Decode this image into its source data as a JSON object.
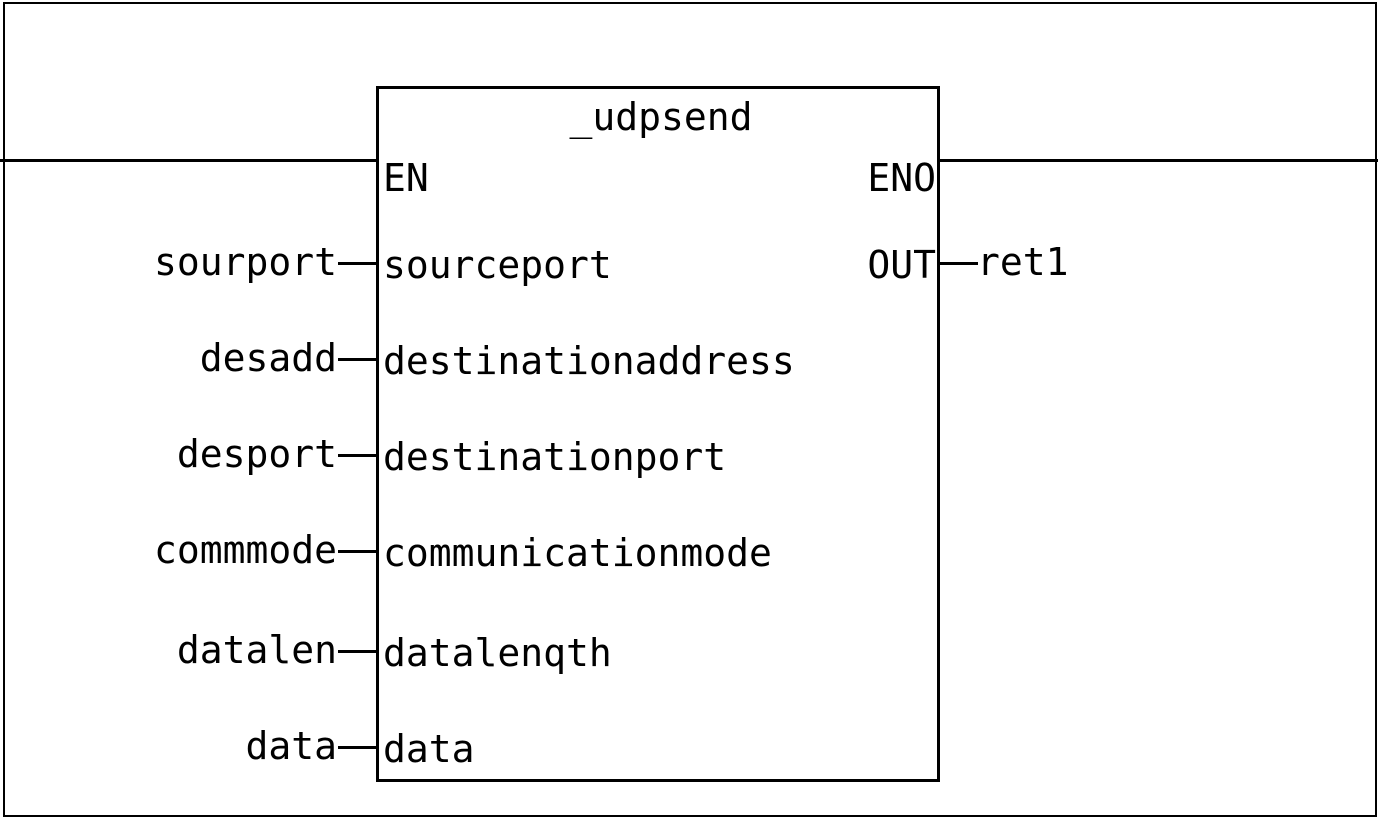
{
  "diagram": {
    "kind": "iec-61131-3-function-block-diagram",
    "block": {
      "name": "_udpsend",
      "enable_input": "EN",
      "enable_output": "ENO",
      "inputs": [
        {
          "pin": "sourceport",
          "variable": "sourport"
        },
        {
          "pin": "destinationaddress",
          "variable": "desadd"
        },
        {
          "pin": "destinationport",
          "variable": "desport"
        },
        {
          "pin": "communicationmode",
          "variable": "commmode"
        },
        {
          "pin": "datalenqth",
          "variable": "datalen"
        },
        {
          "pin": "data",
          "variable": "data"
        }
      ],
      "outputs": [
        {
          "pin": "OUT",
          "variable": "ret1"
        }
      ]
    },
    "colors": {
      "line": "#000000",
      "background": "#ffffff",
      "text": "#000000"
    }
  }
}
